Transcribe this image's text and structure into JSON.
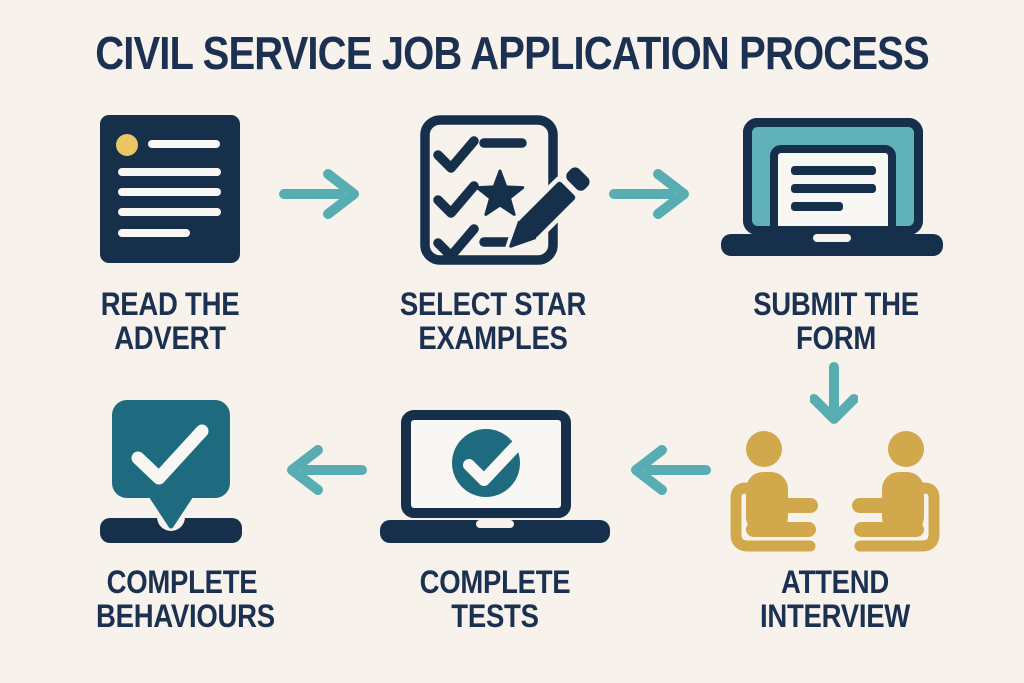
{
  "title": "CIVIL SERVICE JOB APPLICATION PROCESS",
  "colors": {
    "bg": "#f7f3ec",
    "navy": "#16304b",
    "text": "#1c3151",
    "teal-arrow": "#57adb1",
    "teal-screen": "#60b2b8",
    "teal-dark": "#1e6b80",
    "gold": "#d2a84c",
    "gold-light": "#eac764",
    "paper": "#f8f7f3"
  },
  "steps": [
    {
      "id": "read-advert",
      "icon": "document-advert-icon",
      "label_line1": "READ THE",
      "label_line2": "ADVERT"
    },
    {
      "id": "select-star-examples",
      "icon": "checklist-pencil-icon",
      "label_line1": "SELECT STAR",
      "label_line2": "EXAMPLES"
    },
    {
      "id": "submit-form",
      "icon": "laptop-form-icon",
      "label_line1": "SUBMIT THE",
      "label_line2": "FORM"
    },
    {
      "id": "attend-interview",
      "icon": "interview-people-icon",
      "label_line1": "ATTEND",
      "label_line2": "INTERVIEW"
    },
    {
      "id": "complete-tests",
      "icon": "laptop-check-icon",
      "label_line1": "COMPLETE",
      "label_line2": "TESTS"
    },
    {
      "id": "complete-behaviours",
      "icon": "speech-bubble-check-icon",
      "label_line1": "COMPLETE",
      "label_line2": "BEHAVIOURS"
    }
  ],
  "arrows": [
    {
      "between": "read-advert to select-star-examples",
      "direction": "right"
    },
    {
      "between": "select-star-examples to submit-form",
      "direction": "right"
    },
    {
      "between": "submit-form to attend-interview",
      "direction": "down"
    },
    {
      "between": "attend-interview to complete-tests",
      "direction": "left"
    },
    {
      "between": "complete-tests to complete-behaviours",
      "direction": "left"
    }
  ]
}
